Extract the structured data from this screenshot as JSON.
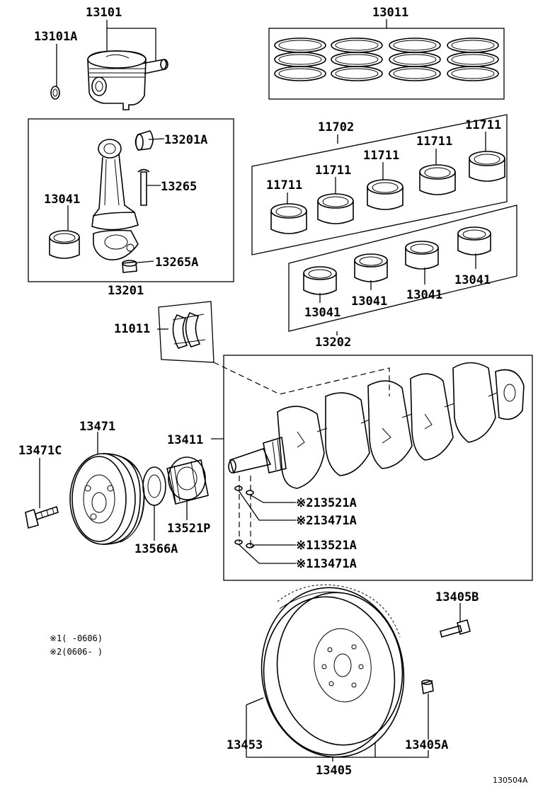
{
  "labels": {
    "p13101": "13101",
    "p13101A": "13101A",
    "p13011": "13011",
    "p11702": "11702",
    "p11711_1": "11711",
    "p11711_2": "11711",
    "p11711_3": "11711",
    "p11711_4": "11711",
    "p11711_5": "11711",
    "p13201A": "13201A",
    "p13265": "13265",
    "p13041_rod": "13041",
    "p13265A": "13265A",
    "p13201": "13201",
    "p13041_1": "13041",
    "p13041_2": "13041",
    "p13041_3": "13041",
    "p13041_4": "13041",
    "p13202": "13202",
    "p11011": "11011",
    "p13471": "13471",
    "p13411": "13411",
    "p13471C": "13471C",
    "p13521A_2": "※213521A",
    "p13471A_2": "※213471A",
    "p13521A_1": "※113521A",
    "p13471A_1": "※113471A",
    "p13521P": "13521P",
    "p13566A": "13566A",
    "p13405B": "13405B",
    "p13453": "13453",
    "p13405A": "13405A",
    "p13405": "13405"
  },
  "notes": {
    "note1": "※1(     -0606)",
    "note2": "※2(0606-     )"
  },
  "diagram_code": "130504A"
}
